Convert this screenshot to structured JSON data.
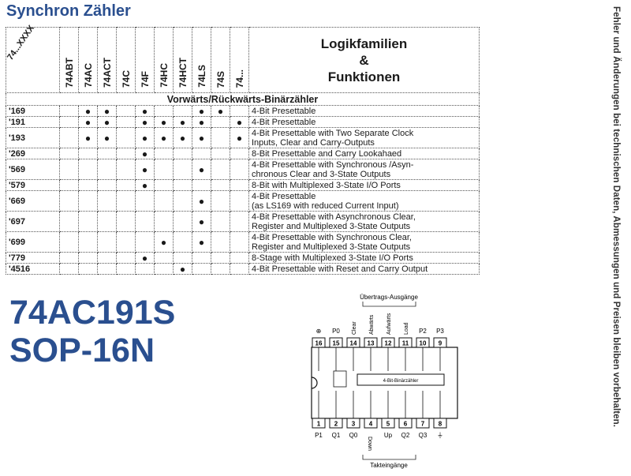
{
  "header": {
    "title": "Synchron Zähler"
  },
  "side_note": "Fehler und Änderungen bei technischen Daten, Abmessungen und Preisen bleiben vorbehalten.",
  "table": {
    "corner_label": "74...XXXX",
    "columns": [
      "74ABT",
      "74AC",
      "74ACT",
      "74C",
      "74F",
      "74HC",
      "74HCT",
      "74LS",
      "74S",
      "74..."
    ],
    "function_header": [
      "Logikfamilien",
      "&",
      "Funktionen"
    ],
    "section_title": "Vorwärts/Rückwärts-Binärzähler",
    "dot_symbol": "●",
    "rows": [
      {
        "part": "'169",
        "dots": [
          0,
          1,
          1,
          0,
          1,
          0,
          0,
          1,
          1,
          0
        ],
        "func": [
          "4-Bit Presettable"
        ]
      },
      {
        "part": "'191",
        "dots": [
          0,
          1,
          1,
          0,
          1,
          1,
          1,
          1,
          0,
          1
        ],
        "func": [
          "4-Bit Presettable"
        ]
      },
      {
        "part": "'193",
        "dots": [
          0,
          1,
          1,
          0,
          1,
          1,
          1,
          1,
          0,
          1
        ],
        "func": [
          "4-Bit Presettable with Two Separate Clock",
          "Inputs, Clear and Carry-Outputs"
        ]
      },
      {
        "part": "'269",
        "dots": [
          0,
          0,
          0,
          0,
          1,
          0,
          0,
          0,
          0,
          0
        ],
        "func": [
          "8-Bit Presettable and Carry Lookahaed"
        ]
      },
      {
        "part": "'569",
        "dots": [
          0,
          0,
          0,
          0,
          1,
          0,
          0,
          1,
          0,
          0
        ],
        "func": [
          "4-Bit Presettable with Synchronous /Asyn-",
          "chronous Clear and 3-State Outputs"
        ]
      },
      {
        "part": "'579",
        "dots": [
          0,
          0,
          0,
          0,
          1,
          0,
          0,
          0,
          0,
          0
        ],
        "func": [
          "8-Bit with Multiplexed 3-State I/O Ports"
        ]
      },
      {
        "part": "'669",
        "dots": [
          0,
          0,
          0,
          0,
          0,
          0,
          0,
          1,
          0,
          0
        ],
        "func": [
          "4-Bit Presettable",
          "(as LS169 with reduced Current Input)"
        ]
      },
      {
        "part": "'697",
        "dots": [
          0,
          0,
          0,
          0,
          0,
          0,
          0,
          1,
          0,
          0
        ],
        "func": [
          "4-Bit Presettable with Asynchronous Clear,",
          "Register and Multiplexed 3-State Outputs"
        ]
      },
      {
        "part": "'699",
        "dots": [
          0,
          0,
          0,
          0,
          0,
          1,
          0,
          1,
          0,
          0
        ],
        "func": [
          "4-Bit Presettable with Synchronous Clear,",
          "Register and Multiplexed 3-State Outputs"
        ]
      },
      {
        "part": "'779",
        "dots": [
          0,
          0,
          0,
          0,
          1,
          0,
          0,
          0,
          0,
          0
        ],
        "func": [
          "8-Stage with Multiplexed 3-State I/O Ports"
        ]
      },
      {
        "part": "'4516",
        "dots": [
          0,
          0,
          0,
          0,
          0,
          0,
          1,
          0,
          0,
          0
        ],
        "func": [
          "4-Bit Presettable with Reset and Carry Output"
        ]
      }
    ]
  },
  "chip": {
    "name": "74AC191S",
    "package": "SOP-16N"
  },
  "pinout": {
    "top_caption": "Übertrags-Ausgänge",
    "bottom_caption": "Takteingänge",
    "block_label": "4-Bit-Binärzähler",
    "top_pins": [
      {
        "num": "16",
        "label": "⊕"
      },
      {
        "num": "15",
        "label": "P0"
      },
      {
        "num": "14",
        "label": "Clear"
      },
      {
        "num": "13",
        "label": "Abwärts"
      },
      {
        "num": "12",
        "label": "Aufwärts"
      },
      {
        "num": "11",
        "label": "Load"
      },
      {
        "num": "10",
        "label": "P2"
      },
      {
        "num": "9",
        "label": "P3"
      }
    ],
    "bottom_pins": [
      {
        "num": "1",
        "label": "P1"
      },
      {
        "num": "2",
        "label": "Q1"
      },
      {
        "num": "3",
        "label": "Q0"
      },
      {
        "num": "4",
        "label": "Down"
      },
      {
        "num": "5",
        "label": "Up"
      },
      {
        "num": "6",
        "label": "Q2"
      },
      {
        "num": "7",
        "label": "Q3"
      },
      {
        "num": "8",
        "label": "⏚"
      }
    ]
  }
}
